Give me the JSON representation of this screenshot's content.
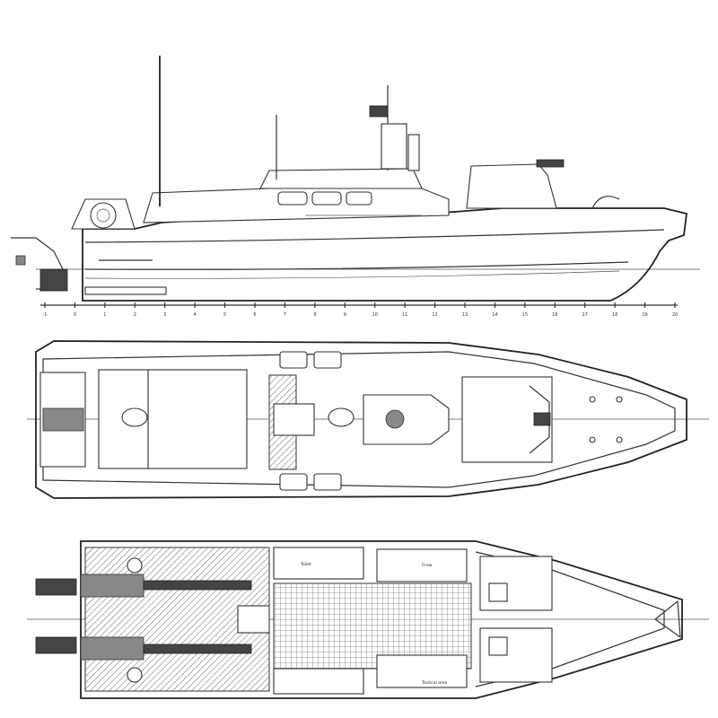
{
  "drawing": {
    "views": [
      {
        "name": "profile"
      },
      {
        "name": "deck-plan"
      },
      {
        "name": "lower-deck-plan"
      }
    ],
    "frame_scale": [
      "-1",
      "0",
      "1",
      "2",
      "3",
      "4",
      "5",
      "6",
      "7",
      "8",
      "9",
      "10",
      "11",
      "12",
      "13",
      "14",
      "15",
      "16",
      "17",
      "18",
      "19",
      "20"
    ],
    "interior_labels": [
      "Toilet",
      "Crew",
      "Tactical area"
    ]
  }
}
